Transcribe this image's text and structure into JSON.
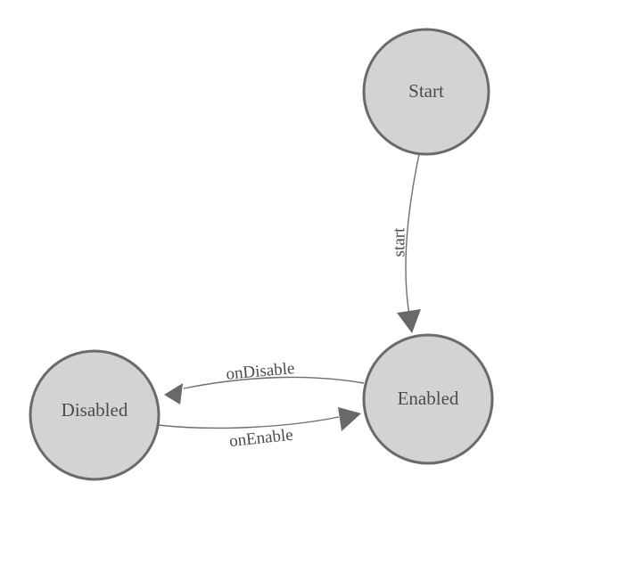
{
  "diagram": {
    "type": "state-machine",
    "nodes": [
      {
        "id": "start-node",
        "label": "Start"
      },
      {
        "id": "enabled-node",
        "label": "Enabled"
      },
      {
        "id": "disabled-node",
        "label": "Disabled"
      }
    ],
    "edges": [
      {
        "from": "Start",
        "to": "Enabled",
        "label": "start"
      },
      {
        "from": "Enabled",
        "to": "Disabled",
        "label": "onDisable"
      },
      {
        "from": "Disabled",
        "to": "Enabled",
        "label": "onEnable"
      }
    ],
    "colors": {
      "background": "#ffffff",
      "node_fill": "#d3d3d3",
      "node_stroke": "#6a6a6a",
      "edge_stroke": "#6e6e6e",
      "arrow_fill": "#696969",
      "text": "#4c4c4c"
    }
  }
}
